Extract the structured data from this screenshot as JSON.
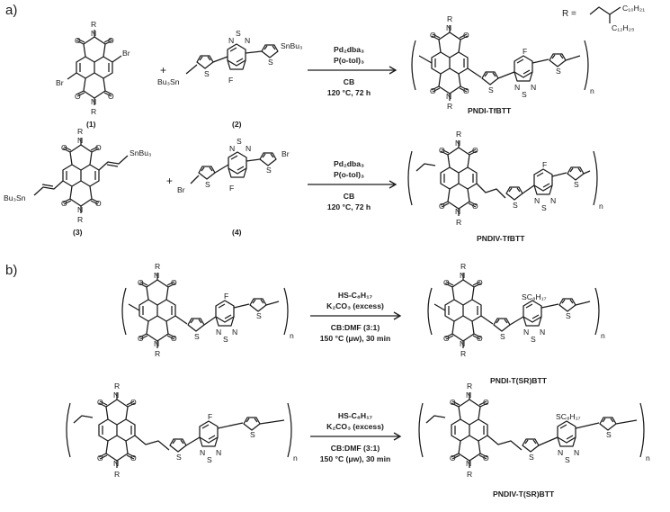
{
  "panels": {
    "a": "a)",
    "b": "b)"
  },
  "r_def": {
    "label": "R =",
    "chain1": "C₁₀H₂₁",
    "chain2": "C₁₂H₂₅"
  },
  "atoms": {
    "R": "R",
    "O": "O",
    "N": "N",
    "S": "S",
    "F": "F",
    "Br": "Br",
    "SnBu3": "SnBu₃",
    "Bu3Sn": "Bu₃Sn",
    "SC8H17": "SC₈H₁₇",
    "n": "n",
    "plus": "+"
  },
  "compounds": {
    "c1": "(1)",
    "c2": "(2)",
    "c3": "(3)",
    "c4": "(4)"
  },
  "stille": {
    "catalyst": "Pd₂dba₃",
    "ligand": "P(o-tol)₃",
    "solvent": "CB",
    "conditions": "120 °C, 72 h"
  },
  "snar": {
    "reagent": "HS-C₈H₁₇",
    "base": "K₂CO₃ (excess)",
    "solvent": "CB:DMF (3:1)",
    "conditions": "150 °C (μw), 30 min"
  },
  "products": {
    "p1": "PNDI-TfBTT",
    "p2": "PNDIV-TfBTT",
    "p3": "PNDI-T(SR)BTT",
    "p4": "PNDIV-T(SR)BTT"
  },
  "colors": {
    "p1": "#1f2a7a",
    "p2": "#8a2b8a",
    "p3": "#b04aa8",
    "p4": "#e0683a"
  }
}
